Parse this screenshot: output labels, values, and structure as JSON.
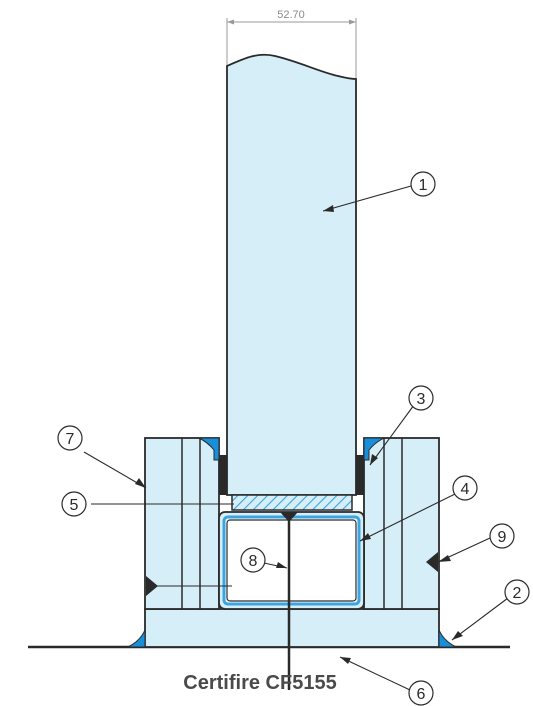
{
  "dimension": {
    "value": "52.70"
  },
  "callouts": [
    "1",
    "2",
    "3",
    "4",
    "5",
    "6",
    "7",
    "8",
    "9"
  ],
  "certification": {
    "text": "Certifire CF5155"
  },
  "colors": {
    "glass_fill": "#d6eef8",
    "outline": "#2a2a2a",
    "seal_blue": "#1a8fd9",
    "hatch": "#3aa5e0",
    "dim_line": "#9a9a9a",
    "text_dark": "#4a4a4a"
  }
}
